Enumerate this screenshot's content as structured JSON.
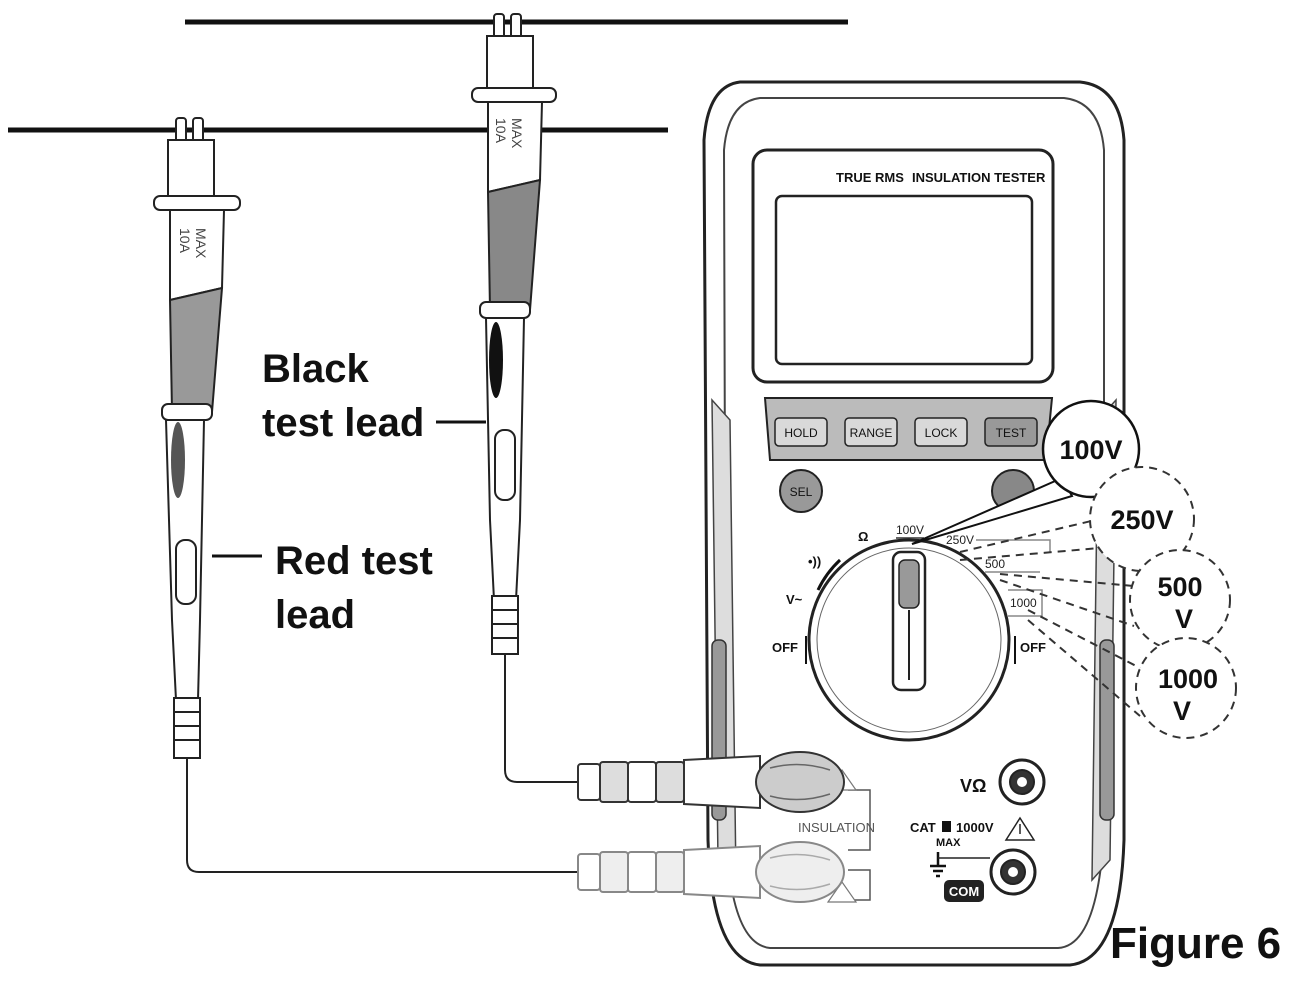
{
  "figure": {
    "caption": "Figure 6",
    "labels": {
      "black_lead_line1": "Black",
      "black_lead_line2": "test lead",
      "red_lead_line1": "Red test",
      "red_lead_line2": "lead"
    }
  },
  "probe": {
    "max_line1": "MAX",
    "max_line2": "10A"
  },
  "meter": {
    "brand_left": "TRUE RMS",
    "brand_right": "INSULATION TESTER",
    "buttons": [
      "HOLD",
      "RANGE",
      "LOCK",
      "TEST"
    ],
    "sel_label": "SEL",
    "dial": {
      "ohm": "Ω",
      "continuity": "•))",
      "vac": "V~",
      "off_left": "OFF",
      "off_right": "OFF",
      "range_100": "100V",
      "range_250": "250V",
      "range_500": "500",
      "range_1000": "1000"
    },
    "jacks": {
      "volt_ohm": "VΩ",
      "cat": "CAT",
      "cat_rating": "1000V",
      "max": "MAX",
      "com": "COM",
      "insulation": "INSULATION"
    }
  },
  "callouts": {
    "c100": "100V",
    "c250": "250V",
    "c500_line1": "500",
    "c500_line2": "V",
    "c1000_line1": "1000",
    "c1000_line2": "V"
  }
}
